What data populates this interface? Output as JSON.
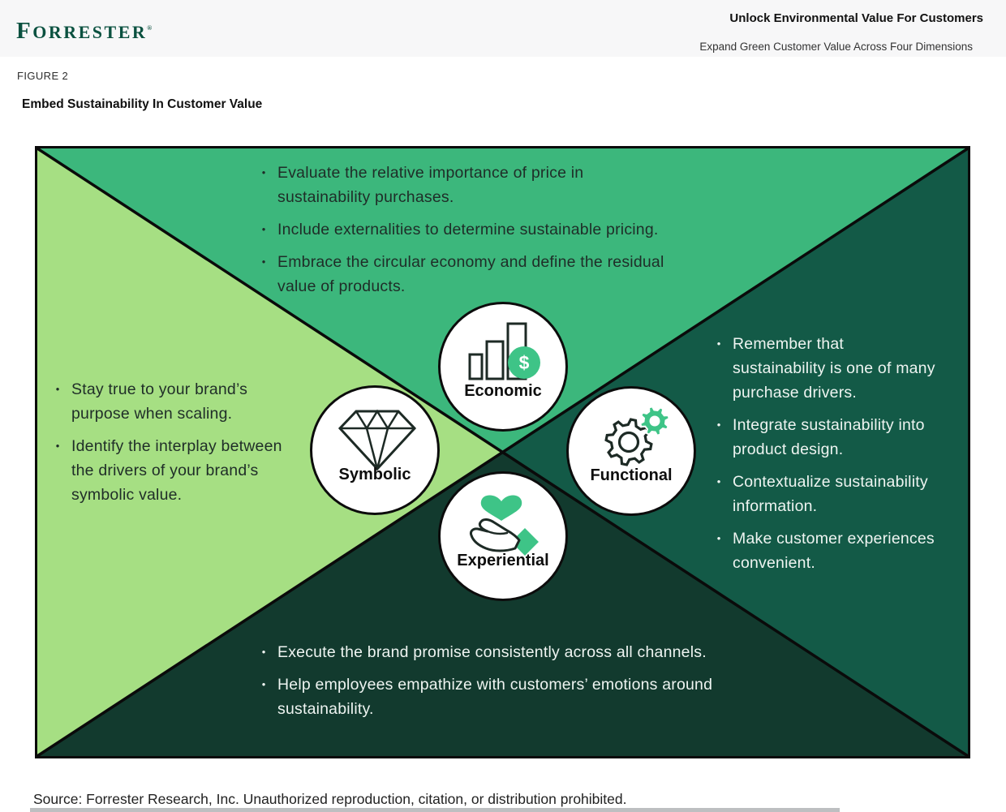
{
  "header": {
    "brand": "Forrester",
    "brand_registered": "®",
    "title": "Unlock Environmental Value For Customers",
    "subtitle": "Expand Green Customer Value Across Four Dimensions"
  },
  "figure": {
    "label": "FIGURE 2",
    "title": "Embed Sustainability In Customer Value"
  },
  "diagram": {
    "accent_green": "#3ec487",
    "quadrants": {
      "economic": {
        "label": "Economic",
        "icon": "bar-chart-dollar-icon",
        "color": "#3cb77c",
        "text_color": "#1f2d28",
        "bullets": [
          "Evaluate the relative importance of price in sustainability purchases.",
          "Include externalities to determine sustainable pricing.",
          "Embrace the circular economy and define the residual value of products."
        ]
      },
      "symbolic": {
        "label": "Symbolic",
        "icon": "diamond-icon",
        "color": "#a6df83",
        "text_color": "#1f2d28",
        "bullets": [
          "Stay true to your brand’s purpose when scaling.",
          "Identify the interplay between the drivers of your brand’s symbolic value."
        ]
      },
      "functional": {
        "label": "Functional",
        "icon": "gears-icon",
        "color": "#135a47",
        "text_color": "#eef4f1",
        "bullets": [
          "Remember that sustainability is one of many purchase drivers.",
          "Integrate sustainability into product design.",
          "Contextualize sustainability information.",
          "Make customer experiences convenient."
        ]
      },
      "experiential": {
        "label": "Experiential",
        "icon": "hand-heart-icon",
        "color": "#123a2e",
        "text_color": "#eef4f1",
        "bullets": [
          "Execute the brand promise consistently across all channels.",
          "Help employees empathize with customers’ emotions around sustainability."
        ]
      }
    }
  },
  "footer": {
    "source": "Source: Forrester Research, Inc. Unauthorized reproduction, citation, or distribution prohibited."
  }
}
